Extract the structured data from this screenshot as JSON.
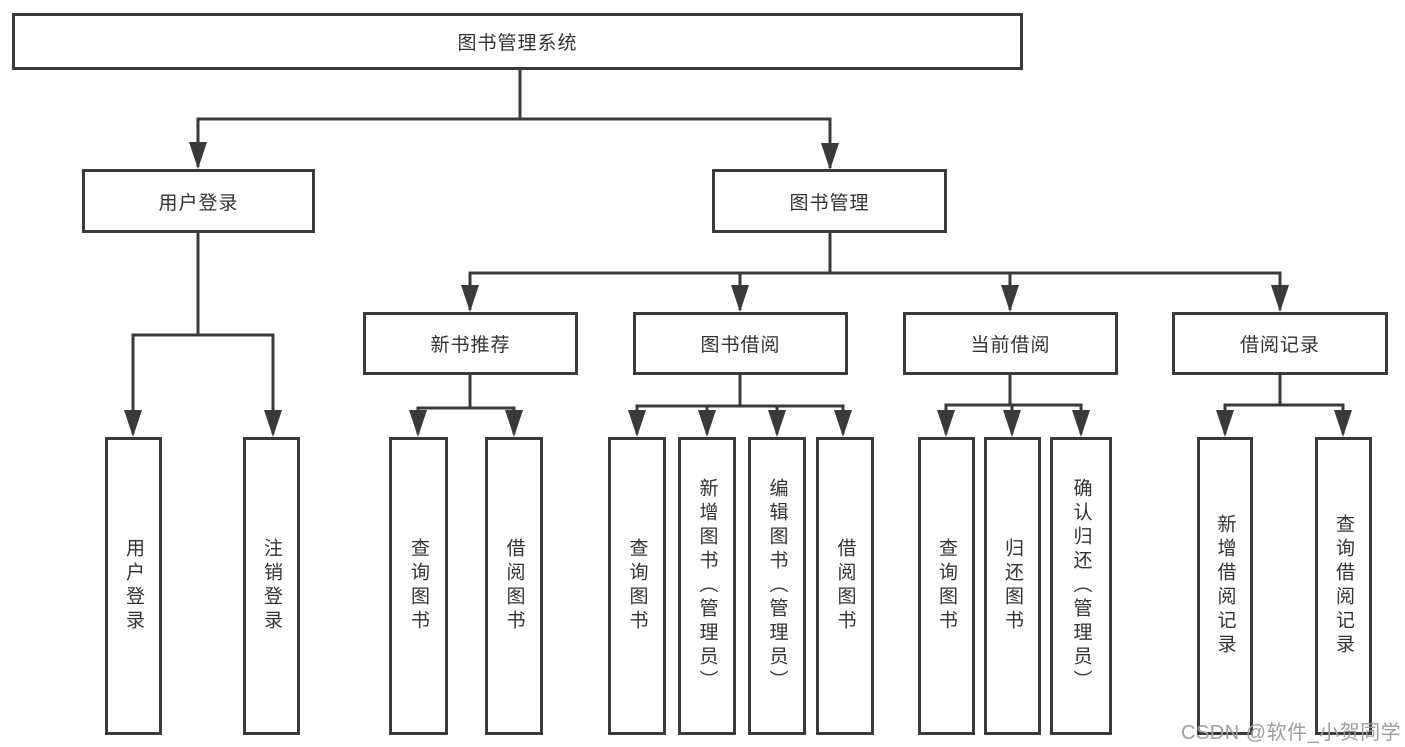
{
  "tree": {
    "label": "图书管理系统",
    "children": [
      {
        "label": "用户登录",
        "children": [
          {
            "label": "用户登录"
          },
          {
            "label": "注销登录"
          }
        ]
      },
      {
        "label": "图书管理",
        "children": [
          {
            "label": "新书推荐",
            "children": [
              {
                "label": "查询图书"
              },
              {
                "label": "借阅图书"
              }
            ]
          },
          {
            "label": "图书借阅",
            "children": [
              {
                "label": "查询图书"
              },
              {
                "label": "新增图书（管理员）"
              },
              {
                "label": "编辑图书（管理员）"
              },
              {
                "label": "借阅图书"
              }
            ]
          },
          {
            "label": "当前借阅",
            "children": [
              {
                "label": "查询图书"
              },
              {
                "label": "归还图书"
              },
              {
                "label": "确认归还（管理员）"
              }
            ]
          },
          {
            "label": "借阅记录",
            "children": [
              {
                "label": "新增借阅记录"
              },
              {
                "label": "查询借阅记录"
              }
            ]
          }
        ]
      }
    ]
  },
  "watermark": {
    "text": "CSDN @软件_小贺同学"
  },
  "colors": {
    "line": "#3a3a3a",
    "text": "#333333",
    "watermark": "#9e9e9e",
    "background": "#ffffff"
  }
}
